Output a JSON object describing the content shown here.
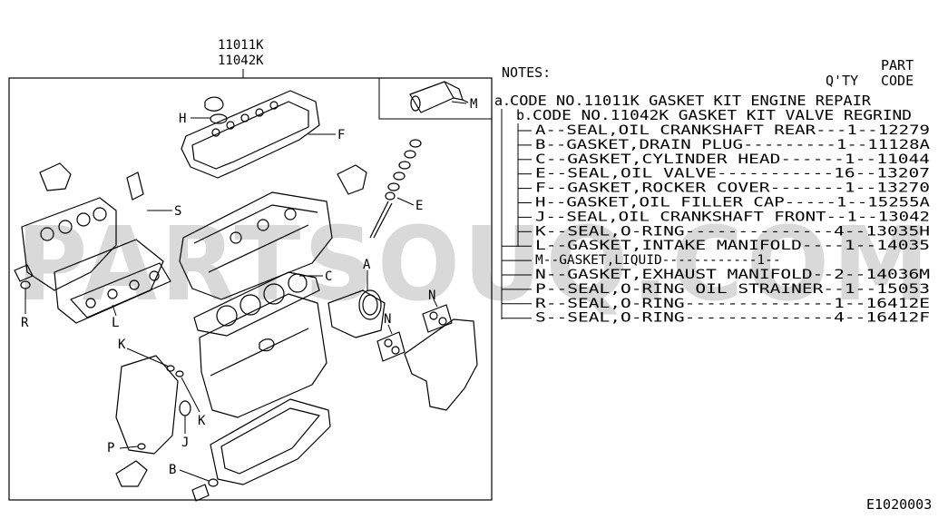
{
  "kit_codes": [
    "11011K",
    "11042K"
  ],
  "notes_label": "NOTES:",
  "qty_header": "Q'TY",
  "part_code_header": [
    "PART",
    "CODE"
  ],
  "kits": [
    {
      "letter": "a.",
      "text": "CODE NO.11011K GASKET KIT ENGINE REPAIR"
    },
    {
      "letter": "b.",
      "text": "CODE NO.11042K GASKET KIT VALVE REGRIND"
    }
  ],
  "parts": [
    {
      "line": "A--SEAL,OIL CRANKSHAFT REAR---1--12279"
    },
    {
      "line": "B--GASKET,DRAIN PLUG---------1--11128A"
    },
    {
      "line": "C--GASKET,CYLINDER HEAD------1--11044"
    },
    {
      "line": "E--SEAL,OIL VALVE-----------16--13207"
    },
    {
      "line": "F--GASKET,ROCKER COVER-------1--13270"
    },
    {
      "line": "H--GASKET,OIL FILLER CAP-----1--15255A"
    },
    {
      "line": "J--SEAL,OIL CRANKSHAFT FRONT--1--13042"
    },
    {
      "line": "K--SEAL,O-RING--------------4--13035H"
    },
    {
      "line": "L--GASKET,INTAKE MANIFOLD----1--14035"
    },
    {
      "line": "M--GASKET,LIQUID------------1--"
    },
    {
      "line": "N--GASKET,EXHAUST MANIFOLD--2--14036M"
    },
    {
      "line": "P--SEAL,O-RING OIL STRAINER--1--15053"
    },
    {
      "line": "R--SEAL,O-RING--------------1--16412E"
    },
    {
      "line": "S--SEAL,O-RING--------------4--16412F"
    }
  ],
  "callouts": {
    "H": "H",
    "F": "F",
    "M": "M",
    "S": "S",
    "E": "E",
    "C": "C",
    "A": "A",
    "N1": "N",
    "N2": "N",
    "R": "R",
    "L": "L",
    "K1": "K",
    "K2": "K",
    "J": "J",
    "P": "P",
    "B": "B"
  },
  "watermark": "PARTSOUQ.COM",
  "figure_code": "E1020003"
}
